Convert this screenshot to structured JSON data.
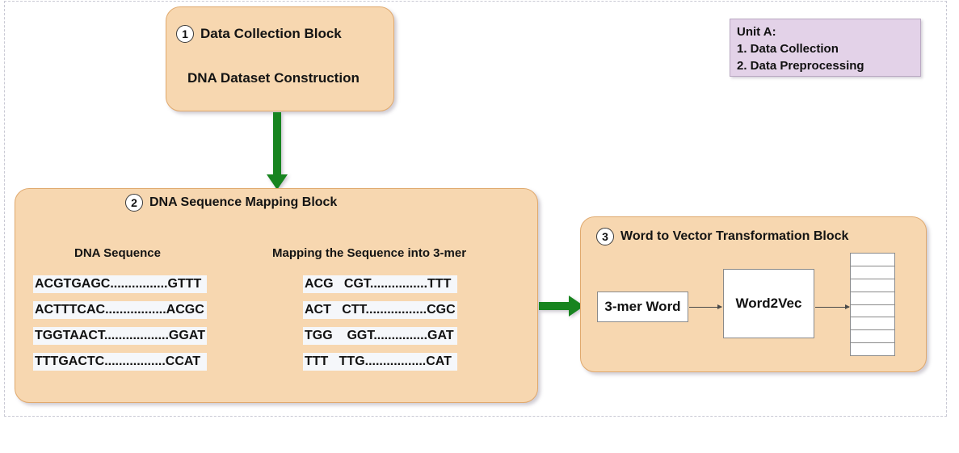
{
  "blocks": {
    "block1": {
      "number": "1",
      "title": "Data Collection Block",
      "subtitle": "DNA Dataset Construction"
    },
    "block2": {
      "number": "2",
      "title": "DNA Sequence Mapping Block",
      "columns": {
        "dna_header": "DNA Sequence",
        "kmer_header": "Mapping the Sequence into 3-mer"
      },
      "dna_sequences": [
        "ACGTGAGC................GTTT",
        "ACTTTCAC.................ACGC",
        "TGGTAACT..................GGAT",
        "TTTGACTC.................CCAT"
      ],
      "kmer_sequences": [
        "ACG   CGT................TTT",
        "ACT   CTT.................CGC",
        "TGG    GGT...............GAT",
        "TTT   TTG.................CAT"
      ]
    },
    "block3": {
      "number": "3",
      "title": "Word to Vector Transformation Block",
      "input_box": "3-mer Word",
      "model_box": "Word2Vec",
      "vector_cells": 8
    }
  },
  "legend": {
    "title": "Unit A:",
    "items": [
      "1. Data Collection",
      "2. Data Preprocessing"
    ]
  },
  "colors": {
    "block_fill": "#f7d7b0",
    "block_border": "#e0a96d",
    "arrow_green": "#17841f",
    "legend_fill": "#e3d2e8",
    "legend_border": "#b9a8c2",
    "sequence_highlight": "#f5f7fa"
  }
}
